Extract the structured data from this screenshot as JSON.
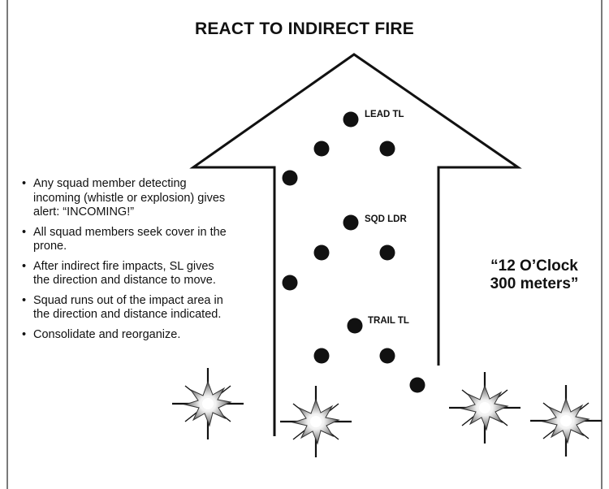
{
  "title": "REACT TO INDIRECT FIRE",
  "bullets": [
    "Any squad member detecting incoming (whistle or explosion) gives alert:  “INCOMING!”",
    "All squad members seek cover in the prone.",
    "After indirect fire impacts, SL gives the direction and distance to move.",
    "Squad runs out of the impact area in the direction and distance indicated.",
    "Consolidate and reorganize."
  ],
  "callout": {
    "line1": "“12 O’Clock",
    "line2": "300 meters”"
  },
  "labels": {
    "lead_tl": "LEAD TL",
    "sqd_ldr": "SQD LDR",
    "trail_tl": "TRAIL TL"
  },
  "icons": {
    "arrow": "up-arrow-icon",
    "soldier": "soldier-dot-icon",
    "explosion": "explosion-burst-icon"
  }
}
